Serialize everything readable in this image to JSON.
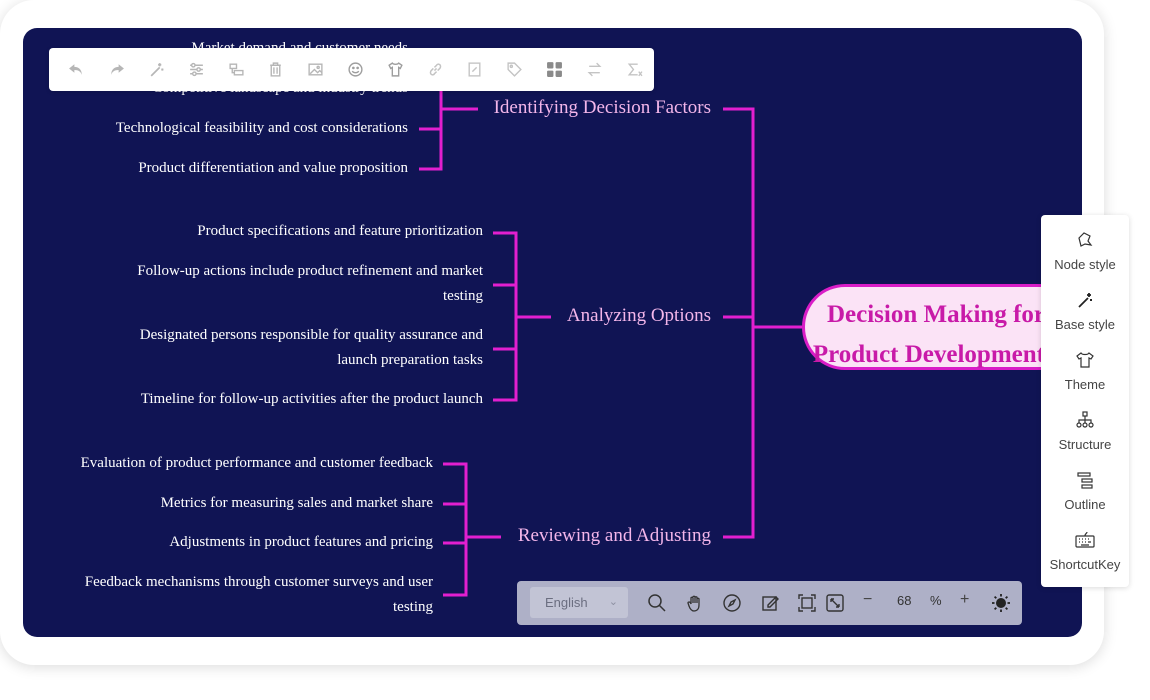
{
  "mindmap": {
    "root": "Decision Making for Product Development",
    "branches": [
      {
        "label": "Identifying Decision Factors",
        "children": [
          "Market demand and customer needs",
          "Competitive landscape and industry trends",
          "Technological feasibility and cost considerations",
          "Product differentiation and value proposition"
        ]
      },
      {
        "label": "Analyzing Options",
        "children": [
          "Product specifications and feature prioritization",
          "Follow-up actions include product refinement and market testing",
          "Designated persons responsible for quality assurance and launch preparation tasks",
          "Timeline for follow-up activities after the product launch"
        ]
      },
      {
        "label": "Reviewing and Adjusting",
        "children": [
          "Evaluation of product performance and customer feedback",
          "Metrics for measuring sales and market share",
          "Adjustments in product features and pricing",
          "Feedback mechanisms through customer surveys and user testing"
        ]
      }
    ],
    "colors": {
      "background": "#101454",
      "connector": "#e21fcf",
      "root_fill": "#fbe3f6",
      "root_text": "#c81aa8",
      "branch_text": "#f3b6ea"
    }
  },
  "toolbar": {
    "icons": [
      "undo-icon",
      "redo-icon",
      "magic-wand-icon",
      "sliders-icon",
      "node-icon",
      "trash-icon",
      "image-icon",
      "emoji-icon",
      "shirt-icon",
      "link-icon",
      "note-icon",
      "tag-icon",
      "grid-icon",
      "swap-icon",
      "sigma-icon"
    ]
  },
  "side_panel": {
    "items": [
      {
        "label": "Node style",
        "icon": "node-style-icon"
      },
      {
        "label": "Base style",
        "icon": "base-style-icon"
      },
      {
        "label": "Theme",
        "icon": "theme-icon"
      },
      {
        "label": "Structure",
        "icon": "structure-icon"
      },
      {
        "label": "Outline",
        "icon": "outline-icon"
      },
      {
        "label": "ShortcutKey",
        "icon": "keyboard-icon"
      }
    ]
  },
  "bottom_bar": {
    "language": "English",
    "zoom": "68",
    "zoom_unit": "%",
    "minus": "−",
    "plus": "+"
  }
}
